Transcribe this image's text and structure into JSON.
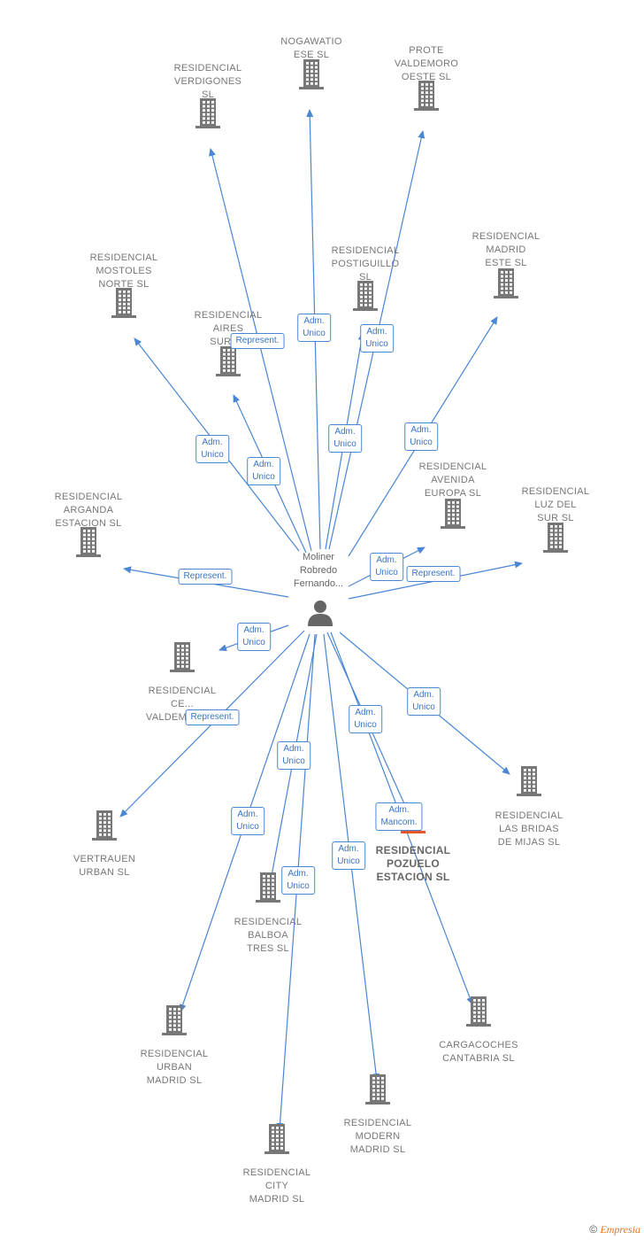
{
  "center": {
    "label": "Moliner\nRobredo\nFernando..."
  },
  "companies": [
    {
      "id": "verdigones",
      "label": "RESIDENCIAL\nVERDIGONES\nSL",
      "highlight": false
    },
    {
      "id": "nogawatio",
      "label": "NOGAWATIO\nESE SL",
      "highlight": false
    },
    {
      "id": "prote",
      "label": "PROTE\nVALDEMORO\nOESTE SL",
      "highlight": false
    },
    {
      "id": "mostoles",
      "label": "RESIDENCIAL\nMOSTOLES\nNORTE SL",
      "highlight": false
    },
    {
      "id": "postiguillo",
      "label": "RESIDENCIAL\nPOSTIGUILLO\nSL",
      "highlight": false
    },
    {
      "id": "madrid-este",
      "label": "RESIDENCIAL\nMADRID\nESTE SL",
      "highlight": false
    },
    {
      "id": "aires",
      "label": "RESIDENCIAL\nAIRES\nSUR SL",
      "highlight": false
    },
    {
      "id": "avenida",
      "label": "RESIDENCIAL\nAVENIDA\nEUROPA SL",
      "highlight": false
    },
    {
      "id": "arganda",
      "label": "RESIDENCIAL\nARGANDA\nESTACION SL",
      "highlight": false
    },
    {
      "id": "luz",
      "label": "RESIDENCIAL\nLUZ DEL\nSUR SL",
      "highlight": false
    },
    {
      "id": "valdemoro",
      "label": "RESIDENCIAL\nCE...\nVALDEMORO...",
      "highlight": false
    },
    {
      "id": "vertrauen",
      "label": "VERTRAUEN\nURBAN SL",
      "highlight": false
    },
    {
      "id": "bridas",
      "label": "RESIDENCIAL\nLAS BRIDAS\nDE MIJAS SL",
      "highlight": false
    },
    {
      "id": "pozuelo",
      "label": "RESIDENCIAL\nPOZUELO\nESTACION SL",
      "highlight": true
    },
    {
      "id": "balboa",
      "label": "RESIDENCIAL\nBALBOA\nTRES SL",
      "highlight": false
    },
    {
      "id": "cargacoches",
      "label": "CARGACOCHES\nCANTABRIA SL",
      "highlight": false
    },
    {
      "id": "urban-madrid",
      "label": "RESIDENCIAL\nURBAN\nMADRID SL",
      "highlight": false
    },
    {
      "id": "modern",
      "label": "RESIDENCIAL\nMODERN\nMADRID SL",
      "highlight": false
    },
    {
      "id": "city",
      "label": "RESIDENCIAL\nCITY\nMADRID SL",
      "highlight": false
    }
  ],
  "edges": [
    {
      "to": "verdigones",
      "label": "Represent."
    },
    {
      "to": "nogawatio",
      "label": "Adm.\nUnico"
    },
    {
      "to": "prote",
      "label": "Adm.\nUnico"
    },
    {
      "to": "mostoles",
      "label": "Adm.\nUnico"
    },
    {
      "to": "postiguillo",
      "label": "Adm.\nUnico"
    },
    {
      "to": "madrid-este",
      "label": "Adm.\nUnico"
    },
    {
      "to": "aires",
      "label": "Adm.\nUnico"
    },
    {
      "to": "avenida",
      "label": "Adm.\nUnico"
    },
    {
      "to": "arganda",
      "label": "Represent."
    },
    {
      "to": "luz",
      "label": "Represent."
    },
    {
      "to": "valdemoro",
      "label": "Adm.\nUnico"
    },
    {
      "to": "vertrauen",
      "label": "Represent."
    },
    {
      "to": "bridas",
      "label": "Adm.\nUnico"
    },
    {
      "to": "pozuelo",
      "label": "Adm.\nUnico"
    },
    {
      "to": "balboa",
      "label": "Adm.\nUnico"
    },
    {
      "to": "cargacoches",
      "label": "Adm.\nMancom."
    },
    {
      "to": "urban-madrid",
      "label": "Adm.\nUnico"
    },
    {
      "to": "modern",
      "label": "Adm.\nUnico"
    },
    {
      "to": "city",
      "label": "Adm.\nUnico"
    }
  ],
  "colors": {
    "edge": "#4a86d4",
    "building": "#777777",
    "highlight": "#e8572a"
  },
  "footer": {
    "copyright": "©",
    "brand": "Empresia"
  }
}
